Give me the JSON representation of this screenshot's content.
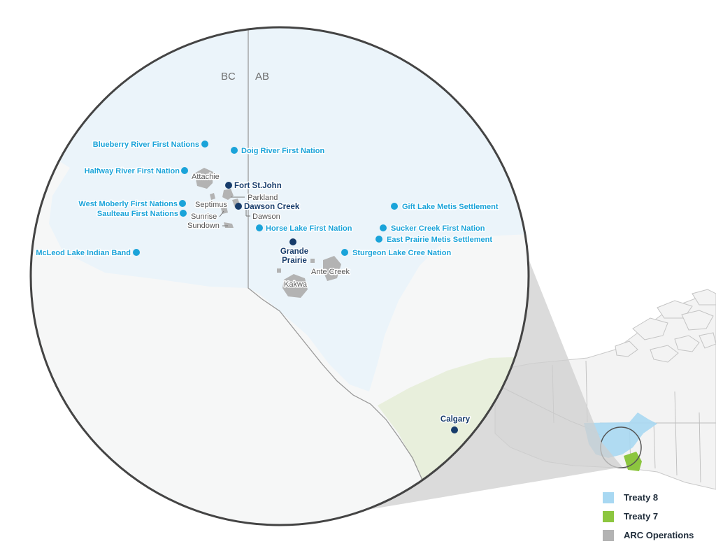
{
  "map": {
    "provinces": {
      "west": "BC",
      "east": "AB"
    },
    "first_nations": [
      "Blueberry River First Nations",
      "Doig River First Nation",
      "Halfway River First Nation",
      "West Moberly First Nations",
      "Saulteau First Nations",
      "McLeod Lake Indian Band",
      "Horse Lake First Nation",
      "Gift Lake Metis Settlement",
      "Sucker Creek First Nation",
      "East Prairie Metis Settlement",
      "Sturgeon Lake Cree Nation"
    ],
    "cities": [
      "Fort St.John",
      "Dawson Creek",
      "Grande Prairie",
      "Calgary"
    ],
    "operations": [
      "Attachie",
      "Parkland",
      "Septimus",
      "Dawson",
      "Sunrise",
      "Sundown",
      "Ante Creek",
      "Kakwa"
    ]
  },
  "legend": {
    "items": [
      {
        "label": "Treaty 8",
        "color": "#a8d8f2"
      },
      {
        "label": "Treaty 7",
        "color": "#8cc63f"
      },
      {
        "label": "ARC Operations",
        "color": "#b3b3b3"
      }
    ]
  },
  "colors": {
    "fn_dot": "#1aa3d9",
    "city_dot": "#173c6b",
    "treaty8_fill": "#ebf4fa",
    "treaty7_fill": "#e8efdc",
    "land": "#f6f7f7"
  }
}
